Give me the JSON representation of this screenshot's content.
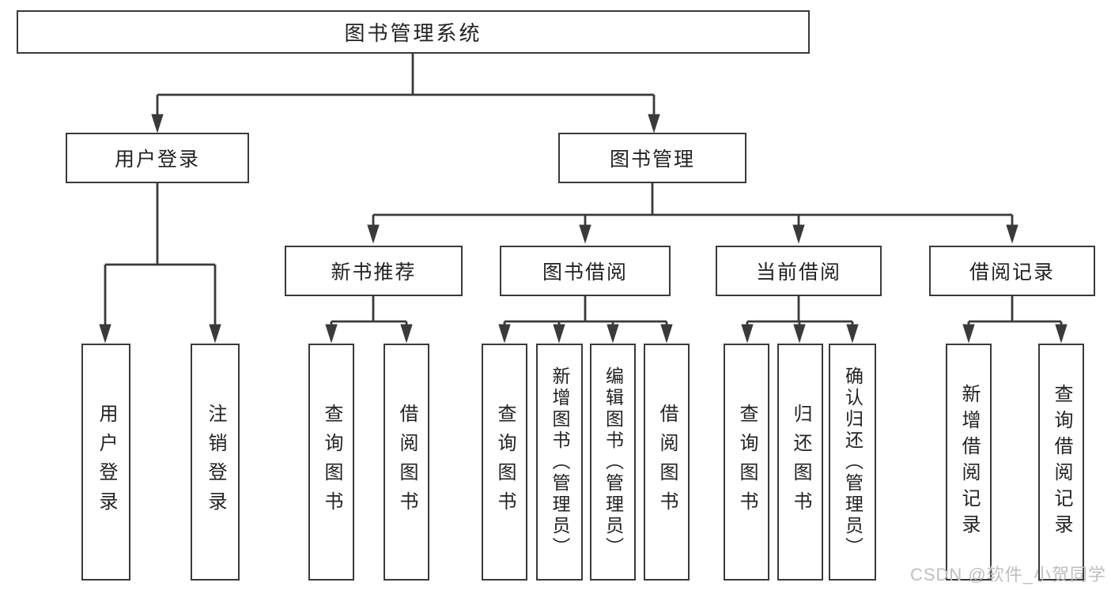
{
  "diagram": {
    "root": {
      "label": "图书管理系统"
    },
    "branches": [
      {
        "label": "用户登录",
        "children": [
          {
            "label": "用户登录"
          },
          {
            "label": "注销登录"
          }
        ]
      },
      {
        "label": "图书管理",
        "children": [
          {
            "label": "新书推荐",
            "children": [
              {
                "label": "查询图书"
              },
              {
                "label": "借阅图书"
              }
            ]
          },
          {
            "label": "图书借阅",
            "children": [
              {
                "label": "查询图书"
              },
              {
                "label": "新增图书（管理员）"
              },
              {
                "label": "编辑图书（管理员）"
              },
              {
                "label": "借阅图书"
              }
            ]
          },
          {
            "label": "当前借阅",
            "children": [
              {
                "label": "查询图书"
              },
              {
                "label": "归还图书"
              },
              {
                "label": "确认归还（管理员）"
              }
            ]
          },
          {
            "label": "借阅记录",
            "children": [
              {
                "label": "新增借阅记录"
              },
              {
                "label": "查询借阅记录"
              }
            ]
          }
        ]
      }
    ]
  },
  "watermark": {
    "text": "CSDN @软件_小贺同学"
  },
  "colors": {
    "line": "#3a3a3a",
    "box_border": "#3a3a3a",
    "text": "#222222",
    "background": "#ffffff",
    "watermark": "#bfbfbf"
  }
}
